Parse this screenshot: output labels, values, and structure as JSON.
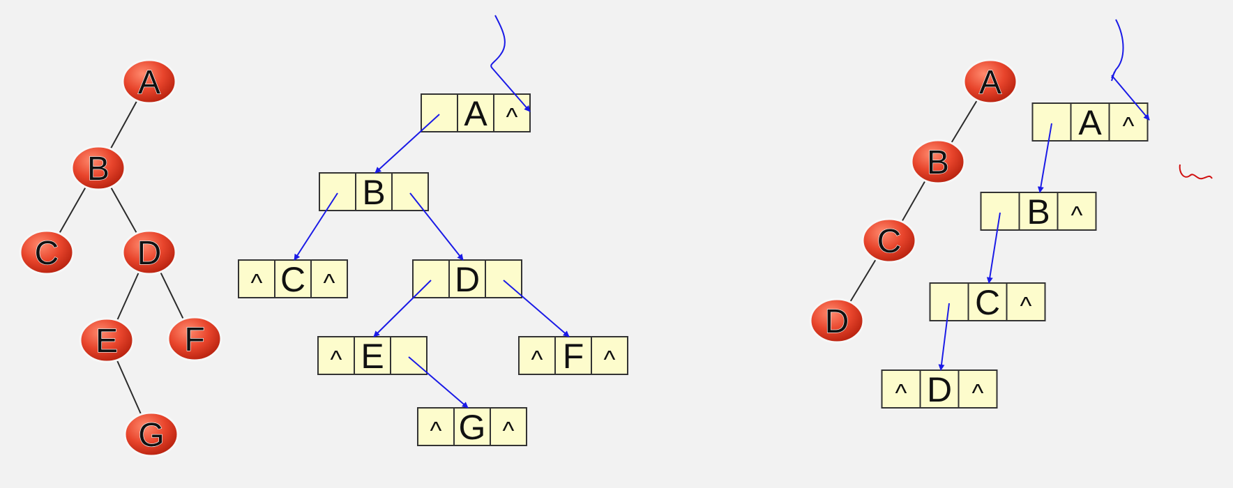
{
  "colors": {
    "background": "#f2f2f2",
    "tree_node_fill": "#e8452c",
    "tree_node_edge": "#2b2b2b",
    "node_text": "#111111",
    "cell_fill": "#fdfccc",
    "cell_border": "#333333",
    "pointer": "#1a1ae6",
    "annotation": "#d01010"
  },
  "diagrams": [
    {
      "name": "tree-1",
      "nodes": [
        "A",
        "B",
        "C",
        "D",
        "E",
        "F",
        "G"
      ],
      "edges": [
        [
          "A",
          "B"
        ],
        [
          "B",
          "C"
        ],
        [
          "B",
          "D"
        ],
        [
          "D",
          "E"
        ],
        [
          "D",
          "F"
        ],
        [
          "E",
          "G"
        ]
      ]
    },
    {
      "name": "linked-storage-1",
      "nodes": [
        {
          "id": "A",
          "left": "",
          "data": "A",
          "right": "^"
        },
        {
          "id": "B",
          "left": "",
          "data": "B",
          "right": ""
        },
        {
          "id": "C",
          "left": "^",
          "data": "C",
          "right": "^"
        },
        {
          "id": "D",
          "left": "",
          "data": "D",
          "right": ""
        },
        {
          "id": "E",
          "left": "^",
          "data": "E",
          "right": ""
        },
        {
          "id": "F",
          "left": "^",
          "data": "F",
          "right": "^"
        },
        {
          "id": "G",
          "left": "^",
          "data": "G",
          "right": "^"
        }
      ],
      "pointers": [
        [
          "A",
          "left",
          "B"
        ],
        [
          "B",
          "left",
          "C"
        ],
        [
          "B",
          "right",
          "D"
        ],
        [
          "D",
          "left",
          "E"
        ],
        [
          "D",
          "right",
          "F"
        ],
        [
          "E",
          "right",
          "G"
        ]
      ]
    },
    {
      "name": "tree-2",
      "nodes": [
        "A",
        "B",
        "C",
        "D"
      ],
      "edges": [
        [
          "A",
          "B"
        ],
        [
          "B",
          "C"
        ],
        [
          "C",
          "D"
        ]
      ]
    },
    {
      "name": "linked-storage-2",
      "nodes": [
        {
          "id": "A",
          "left": "",
          "data": "A",
          "right": "^"
        },
        {
          "id": "B",
          "left": "",
          "data": "B",
          "right": "^"
        },
        {
          "id": "C",
          "left": "",
          "data": "C",
          "right": "^"
        },
        {
          "id": "D",
          "left": "^",
          "data": "D",
          "right": "^"
        }
      ],
      "pointers": [
        [
          "A",
          "left",
          "B"
        ],
        [
          "B",
          "left",
          "C"
        ],
        [
          "C",
          "left",
          "D"
        ]
      ]
    }
  ]
}
